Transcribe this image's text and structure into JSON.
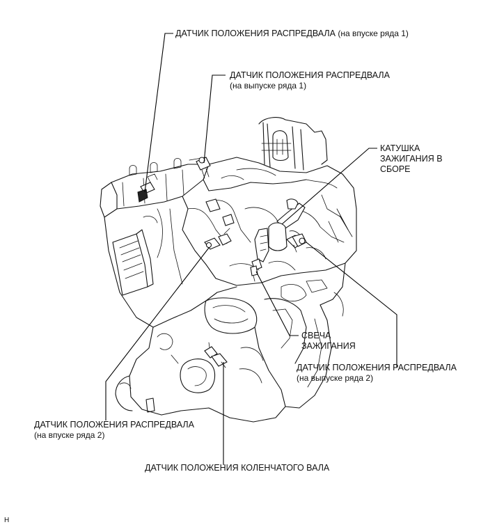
{
  "labels": {
    "cam_intake_bank1": {
      "line1": "ДАТЧИК ПОЛОЖЕНИЯ РАСПРЕДВАЛА",
      "line1_suffix": "(на впуске ряда 1)"
    },
    "cam_exhaust_bank1": {
      "line1": "ДАТЧИК ПОЛОЖЕНИЯ РАСПРЕДВАЛА",
      "line2": "(на выпуске ряда 1)"
    },
    "ignition_coil": {
      "line1": "КАТУШКА",
      "line2": "ЗАЖИГАНИЯ В",
      "line3": "СБОРЕ"
    },
    "spark_plug": {
      "line1": "СВЕЧА",
      "line2": "ЗАЖИГАНИЯ"
    },
    "cam_exhaust_bank2": {
      "line1": "ДАТЧИК ПОЛОЖЕНИЯ РАСПРЕДВАЛА",
      "line2": "(на выпуске ряда 2)"
    },
    "cam_intake_bank2": {
      "line1": "ДАТЧИК ПОЛОЖЕНИЯ РАСПРЕДВАЛА",
      "line2": "(на впуске ряда 2)"
    },
    "crankshaft": {
      "line1": "ДАТЧИК ПОЛОЖЕНИЯ КОЛЕНЧАТОГО ВАЛА"
    }
  },
  "footer_mark": "H"
}
